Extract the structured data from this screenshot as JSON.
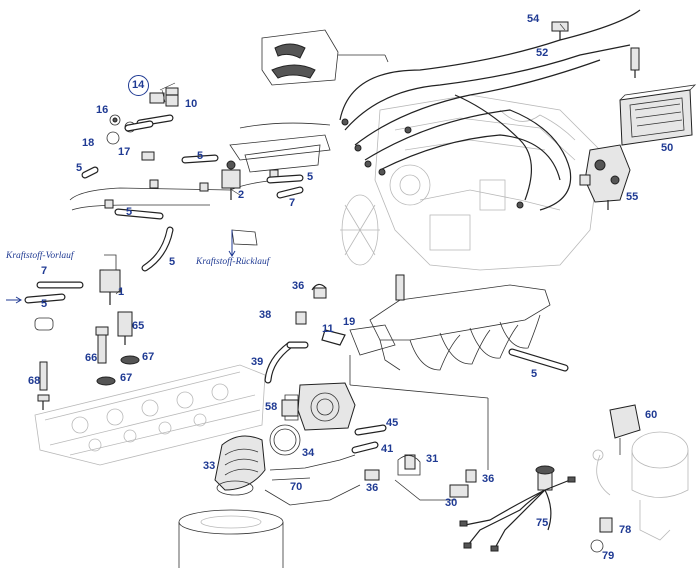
{
  "labels": {
    "p54": "54",
    "p52": "52",
    "p14": "14",
    "p10": "10",
    "p16": "16",
    "p18": "18",
    "p17": "17",
    "p5a": "5",
    "p5b": "5",
    "p5c": "5",
    "p5d": "5",
    "p5e": "5",
    "p5f": "5",
    "p5g": "5",
    "p2": "2",
    "p7a": "7",
    "p7b": "7",
    "p1": "1",
    "p50": "50",
    "p55": "55",
    "p36a": "36",
    "p36b": "36",
    "p36c": "36",
    "p38": "38",
    "p11": "11",
    "p19": "19",
    "p65": "65",
    "p66": "66",
    "p67a": "67",
    "p67b": "67",
    "p68": "68",
    "p39": "39",
    "p58": "58",
    "p34": "34",
    "p45": "45",
    "p41": "41",
    "p33": "33",
    "p70": "70",
    "p31": "31",
    "p30": "30",
    "p60": "60",
    "p75": "75",
    "p78": "78",
    "p79": "79"
  },
  "annotations": {
    "fuel_feed": "Kraftstoff-Vorlauf",
    "fuel_return": "Kraftstoff-Rücklauf"
  },
  "colors": {
    "label": "#1f3a93",
    "line": "#222222",
    "ghost": "#b9b9b9"
  }
}
